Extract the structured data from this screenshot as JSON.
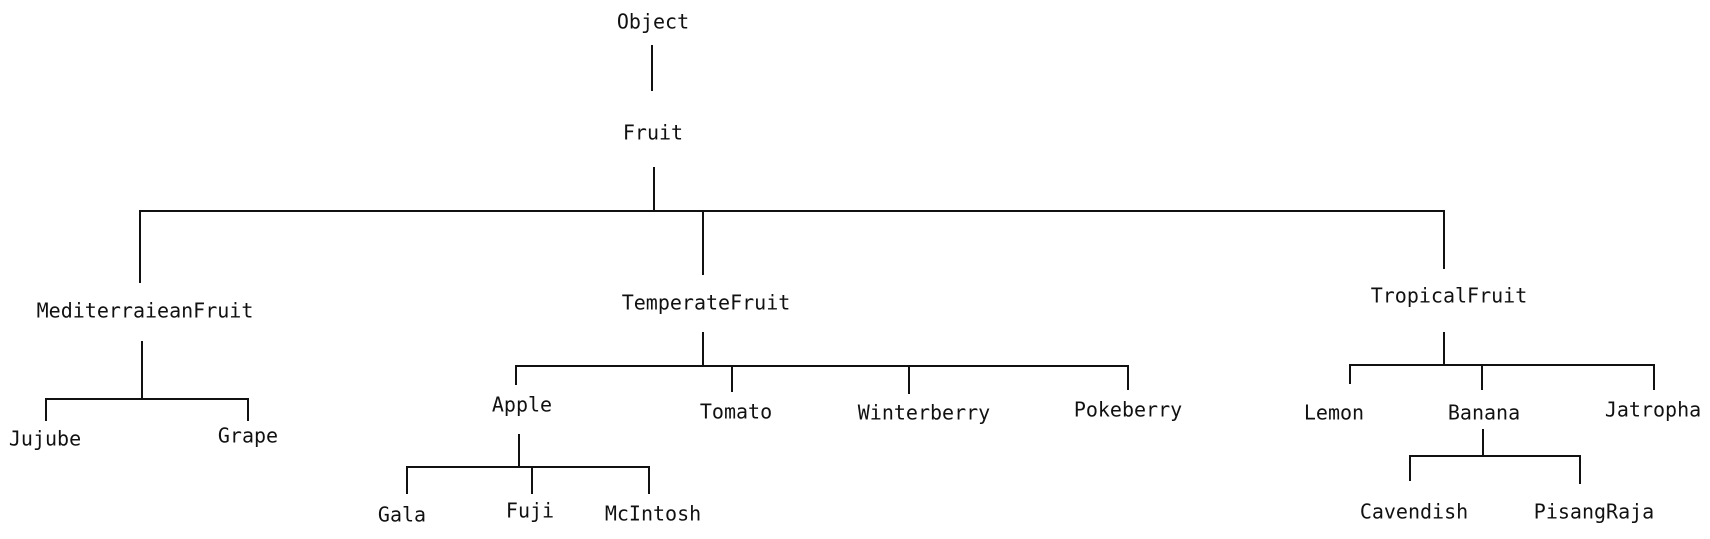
{
  "colors": {
    "line": "#111111",
    "text": "#111111",
    "background": "#ffffff"
  },
  "nodes": {
    "object": "Object",
    "fruit": "Fruit",
    "mediterranean": "MediterraieanFruit",
    "temperate": "TemperateFruit",
    "tropical": "TropicalFruit",
    "jujube": "Jujube",
    "grape": "Grape",
    "apple": "Apple",
    "tomato": "Tomato",
    "winterberry": "Winterberry",
    "pokeberry": "Pokeberry",
    "lemon": "Lemon",
    "banana": "Banana",
    "jatropha": "Jatropha",
    "gala": "Gala",
    "fuji": "Fuji",
    "mcintosh": "McIntosh",
    "cavendish": "Cavendish",
    "pisangraja": "PisangRaja"
  }
}
